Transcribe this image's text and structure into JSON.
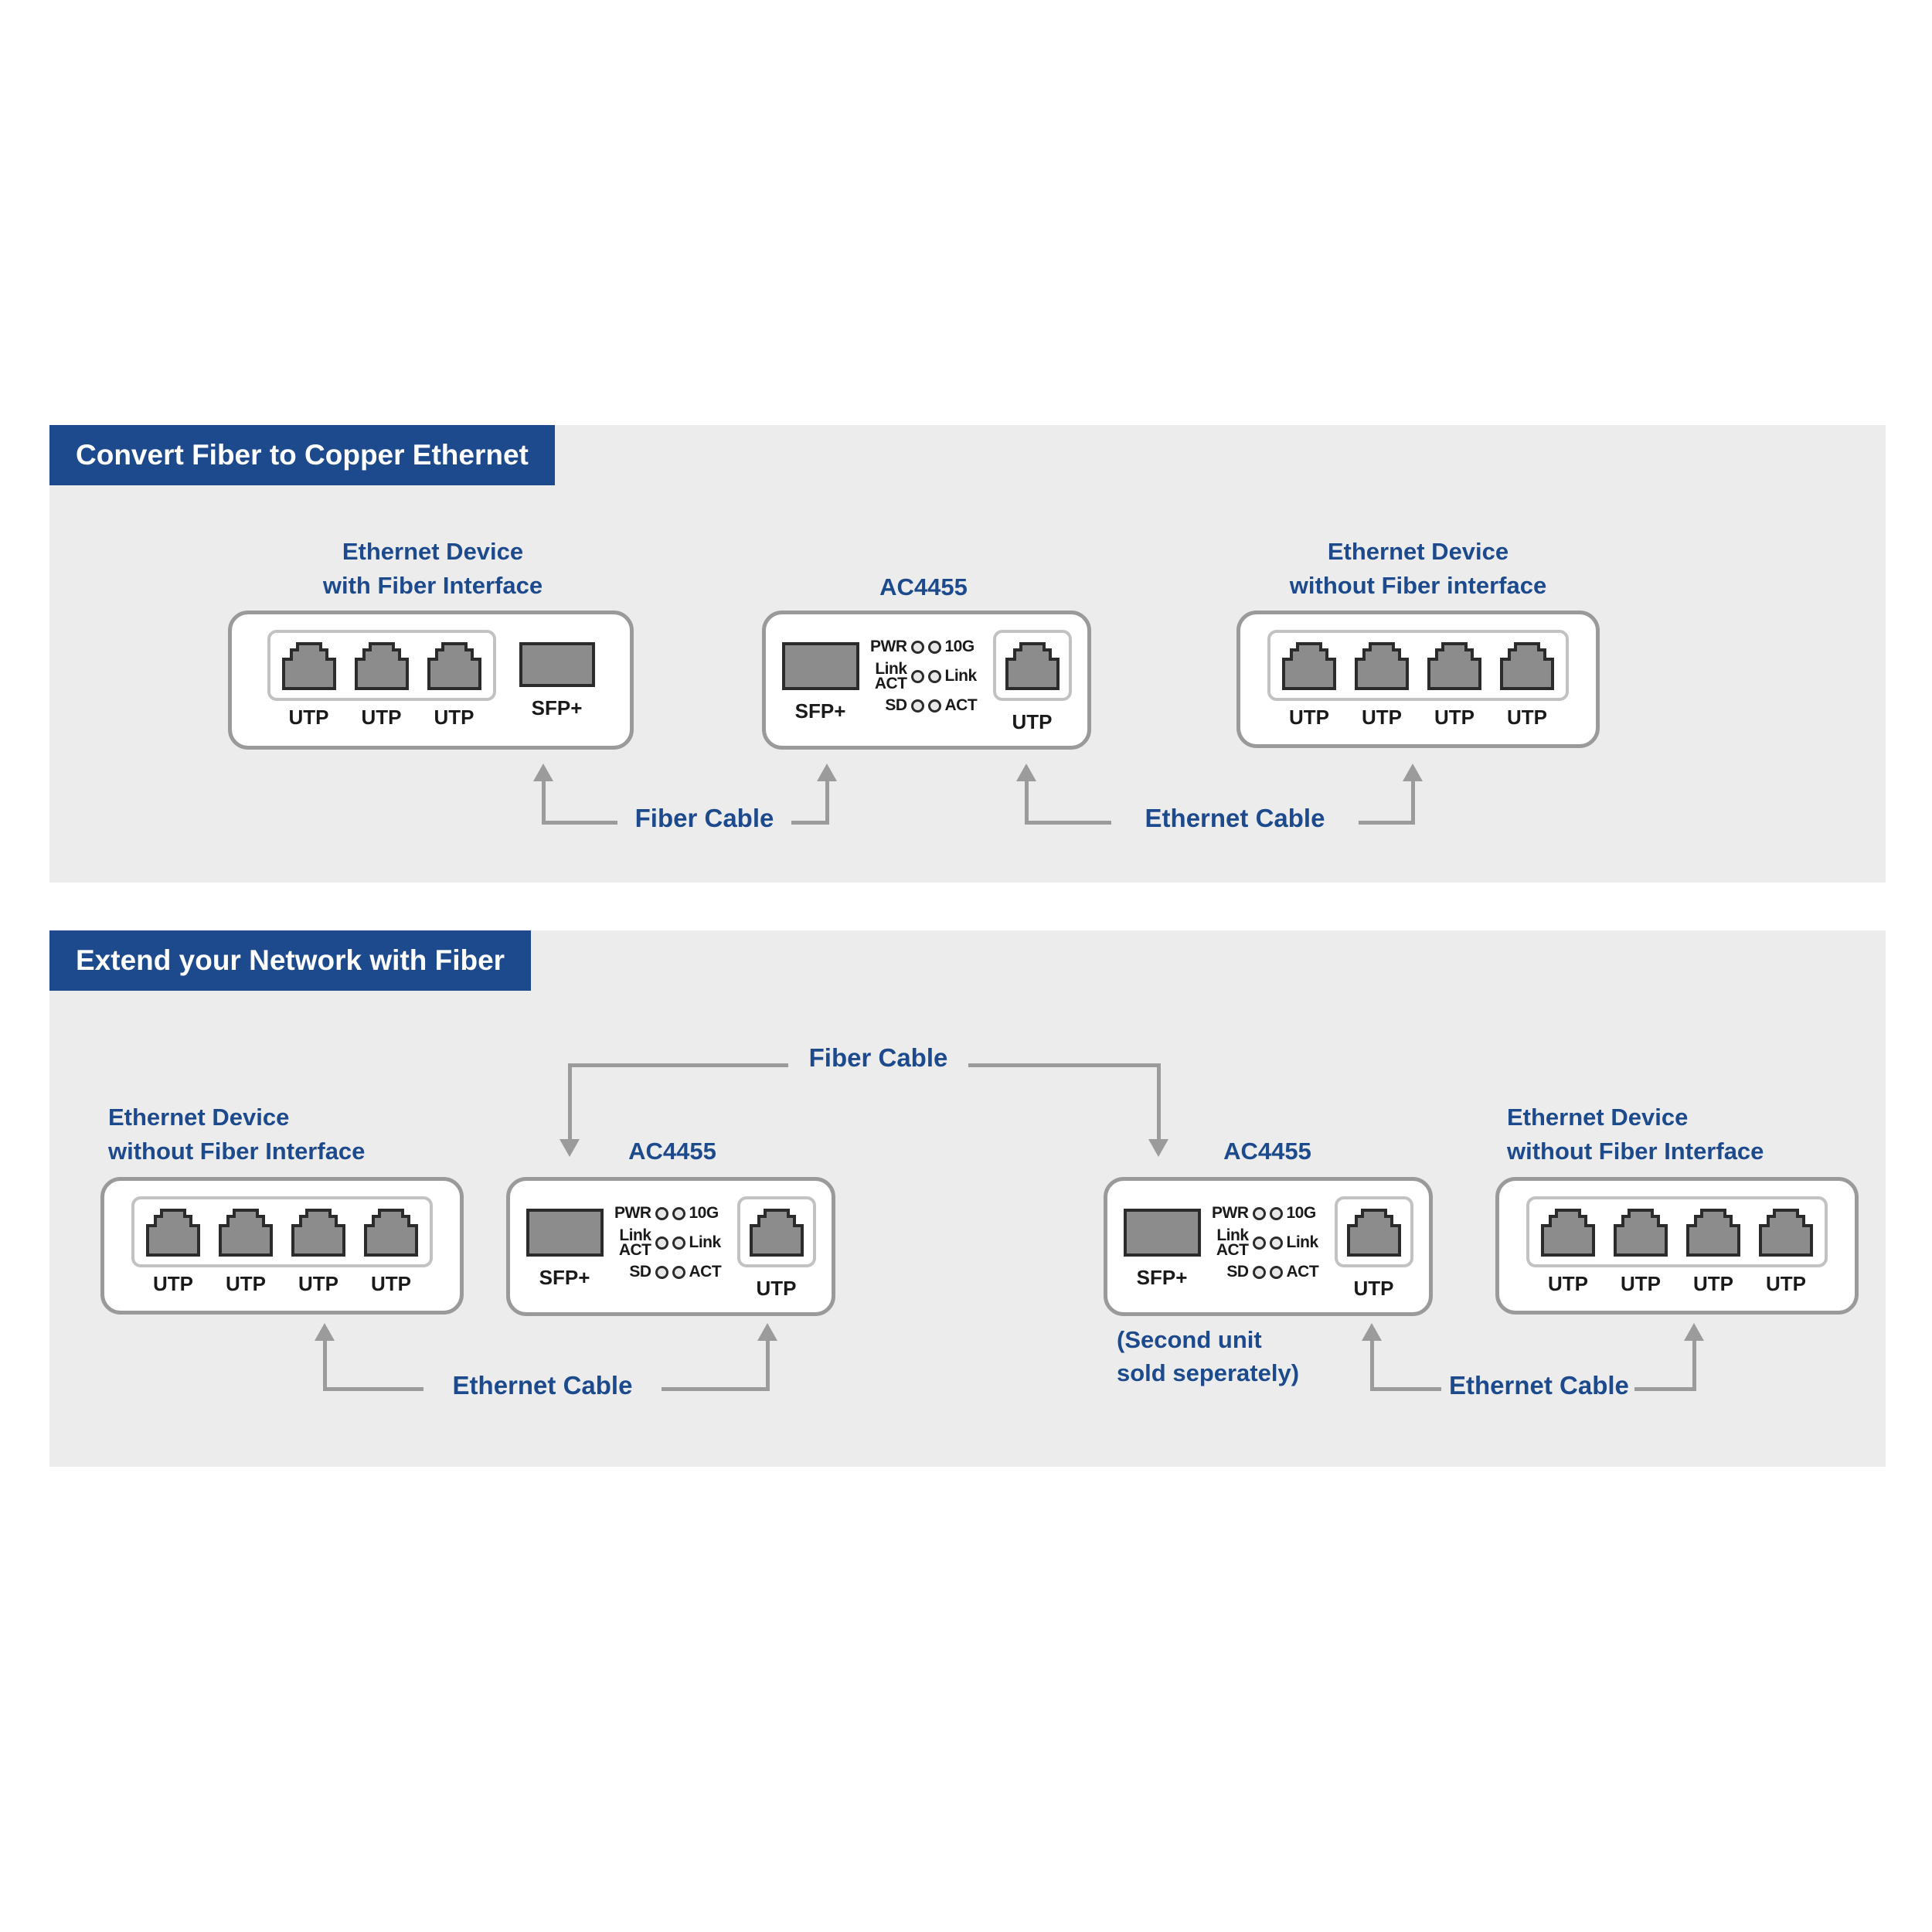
{
  "colors": {
    "accent_blue": "#1c4a8c",
    "panel_bg": "#ececec",
    "device_border": "#9a9a9a",
    "inset_border": "#c2c2c2",
    "port_fill": "#8c8c8c",
    "port_stroke": "#2b2b2b",
    "arrow_gray": "#9b9b9b",
    "port_label_color": "#1a1a1a"
  },
  "labels": {
    "utp": "UTP",
    "sfp": "SFP+"
  },
  "converter": {
    "model": "AC4455",
    "led_rows": [
      {
        "left": "PWR",
        "right": "10G"
      },
      {
        "left_top": "Link",
        "left_bottom": "ACT",
        "right": "Link"
      },
      {
        "left": "SD",
        "right": "ACT"
      }
    ]
  },
  "panel1": {
    "title": "Convert Fiber to Copper Ethernet",
    "fiber_device_label": [
      "Ethernet Device",
      "with Fiber Interface"
    ],
    "converter_label": "AC4455",
    "copper_device_label": [
      "Ethernet Device",
      "without Fiber interface"
    ],
    "fiber_cable": "Fiber Cable",
    "ethernet_cable": "Ethernet Cable"
  },
  "panel2": {
    "title": "Extend your Network with Fiber",
    "fiber_cable": "Fiber Cable",
    "left_device_label": [
      "Ethernet Device",
      "without Fiber Interface"
    ],
    "converter1_label": "AC4455",
    "converter2_label": "AC4455",
    "second_unit_note": [
      "(Second unit",
      "sold seperately)"
    ],
    "right_device_label": [
      "Ethernet Device",
      "without Fiber Interface"
    ],
    "ethernet_cable_left": "Ethernet Cable",
    "ethernet_cable_right": "Ethernet Cable"
  }
}
